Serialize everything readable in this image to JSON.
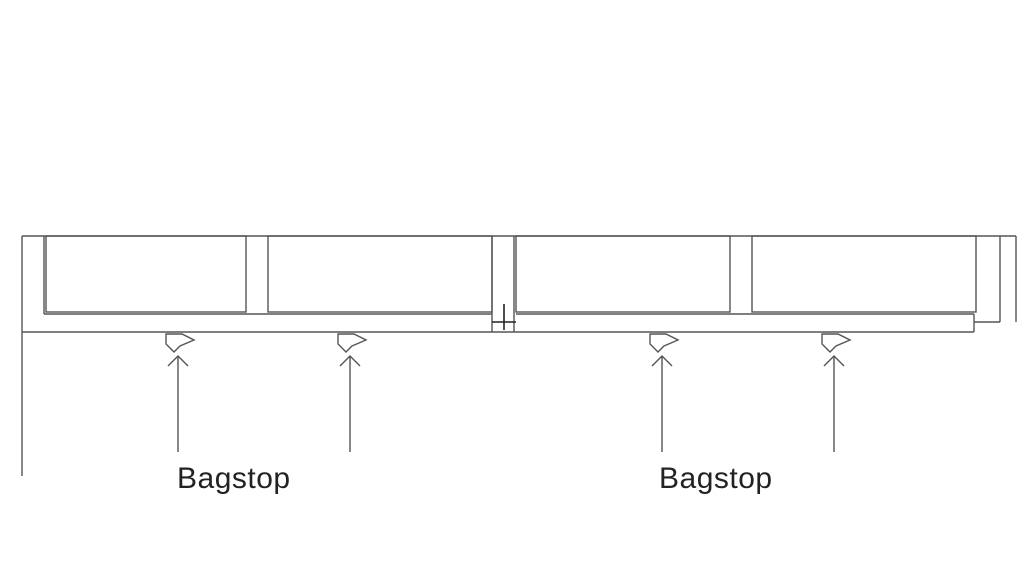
{
  "diagram": {
    "labels": {
      "left": "Bagstop",
      "right": "Bagstop"
    },
    "bagstop_count": 4,
    "cabinet_count": 4,
    "line_color": "#555555"
  }
}
